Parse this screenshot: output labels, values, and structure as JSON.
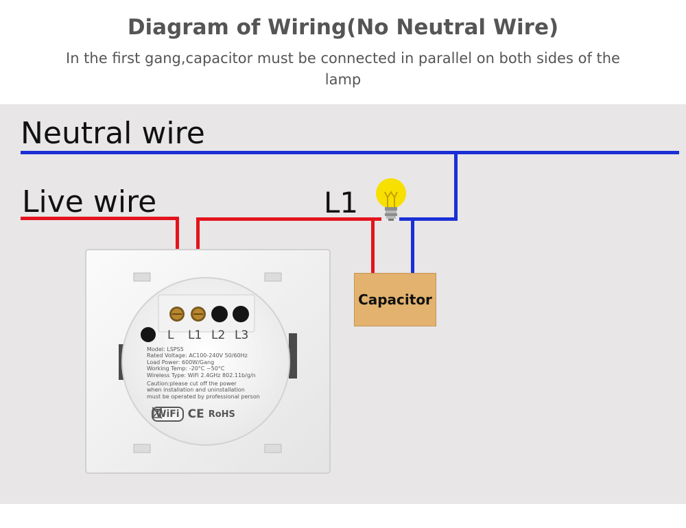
{
  "header": {
    "title": "Diagram of Wiring(No Neutral Wire)",
    "subtitle": "In the first gang,capacitor must be connected in parallel on both sides of the lamp"
  },
  "labels": {
    "neutral_wire": "Neutral wire",
    "live_wire": "Live wire",
    "l1": "L1",
    "capacitor": "Capacitor"
  },
  "switch": {
    "terminals": [
      "L",
      "L1",
      "L2",
      "L3"
    ],
    "info_lines": [
      "Model: LSPS5",
      "Rated Voltage: AC100-240V 50/60Hz",
      "Load Power: 600W/Gang",
      "Working Temp: -20°C ~50°C",
      "Wireless Type: WiFi 2.4GHz 802.11b/g/n"
    ],
    "caution_lines": [
      "Caution:please cut off the power",
      "when installation and uninstallation",
      "must be operated by professional person"
    ],
    "certifications": {
      "wifi": "WiFi",
      "ce": "CE",
      "rohs": "RoHS"
    }
  },
  "colors": {
    "neutral": "#1a2fd6",
    "live": "#e3141c",
    "capacitor": "#e2b26e",
    "background": "#e8e6e7",
    "bulb": "#f7e000"
  },
  "icons": {
    "bulb": "light-bulb-icon",
    "recycle_bin": "crossed-out-bin-icon"
  }
}
